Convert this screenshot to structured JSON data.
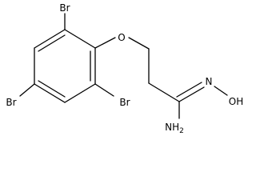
{
  "molecule": {
    "atoms": {
      "br_top": "Br",
      "oxygen": "O",
      "br_left": "Br",
      "br_right": "Br",
      "nitrogen_oxime": "N",
      "hydroxyl": "OH",
      "amine": "NH",
      "amine_subscript": "2"
    }
  }
}
